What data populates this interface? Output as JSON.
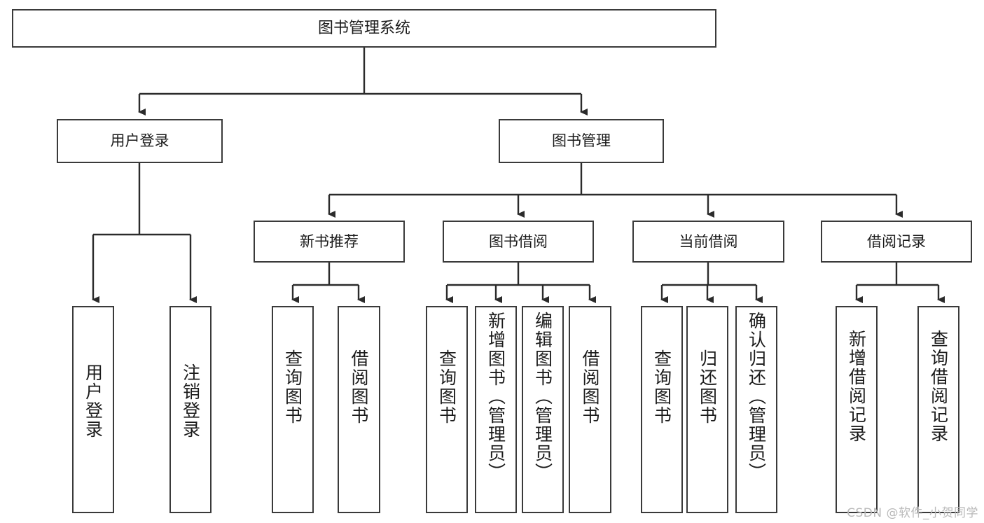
{
  "diagram": {
    "type": "tree-hierarchy",
    "title": "图书管理系统",
    "orientation": "top-down",
    "colors": {
      "box_border": "#3a3a3a",
      "box_fill": "#ffffff",
      "connector": "#2b2b2b",
      "text": "#1b1b1b",
      "watermark": "#b9b9b9"
    },
    "watermark": "CSDN @软件_小贺同学",
    "nodes": {
      "root": {
        "label": "图书管理系统"
      },
      "level2": [
        {
          "label": "用户登录"
        },
        {
          "label": "图书管理"
        }
      ],
      "level3": [
        {
          "label": "新书推荐"
        },
        {
          "label": "图书借阅"
        },
        {
          "label": "当前借阅"
        },
        {
          "label": "借阅记录"
        }
      ],
      "leaves": {
        "user_login": [
          {
            "label": "用户登录"
          },
          {
            "label": "注销登录"
          }
        ],
        "new_book_recommend": [
          {
            "label": "查询图书"
          },
          {
            "label": "借阅图书"
          }
        ],
        "book_borrow": [
          {
            "label": "查询图书"
          },
          {
            "label": "新增图书（管理员）"
          },
          {
            "label": "编辑图书（管理员）"
          },
          {
            "label": "借阅图书"
          }
        ],
        "current_borrow": [
          {
            "label": "查询图书"
          },
          {
            "label": "归还图书"
          },
          {
            "label": "确认归还（管理员）"
          }
        ],
        "borrow_record": [
          {
            "label": "新增借阅记录"
          },
          {
            "label": "查询借阅记录"
          }
        ]
      }
    }
  }
}
